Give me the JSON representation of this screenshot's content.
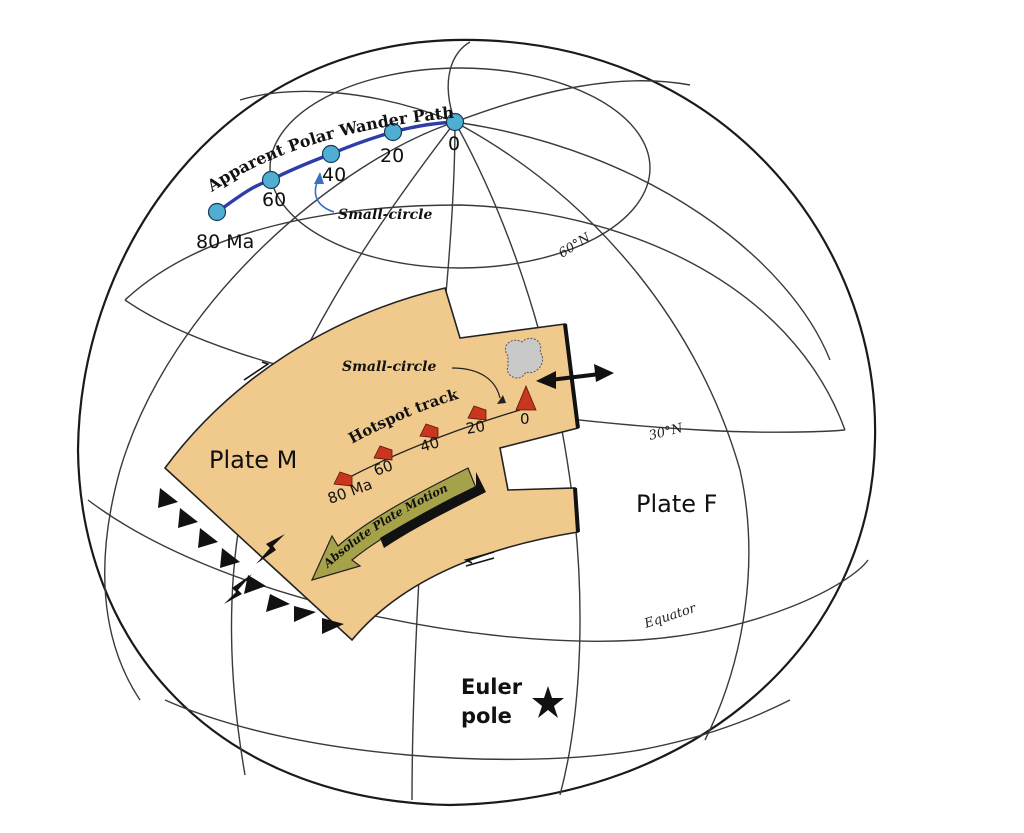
{
  "colors": {
    "plate_fill": "#f0c98c",
    "apwp_line": "#2e3da8",
    "apwp_dot": "#4eafd3",
    "volcano": "#c8361f",
    "arrow_fill": "#a6a24a",
    "small_circle_arrow": "#3b6fc0"
  },
  "apwp": {
    "title": "Apparent Polar Wander Path",
    "ages": [
      "80 Ma",
      "60",
      "40",
      "20",
      "0"
    ],
    "small_circle_label": "Small-circle"
  },
  "latitudes": {
    "lat60": "60°N",
    "lat30": "30°N",
    "equator": "Equator"
  },
  "plates": {
    "plate_m": "Plate M",
    "plate_f": "Plate F"
  },
  "hotspot": {
    "small_circle_label": "Small-circle",
    "track_label": "Hotspot track",
    "ages": [
      "80 Ma",
      "60",
      "40",
      "20",
      "0"
    ]
  },
  "motion": {
    "label": "Absolute Plate Motion"
  },
  "euler": {
    "line1": "Euler",
    "line2": "pole"
  },
  "icons": [
    "star-icon",
    "volcano-icon",
    "double-arrow-icon",
    "subduction-teeth-icon"
  ]
}
